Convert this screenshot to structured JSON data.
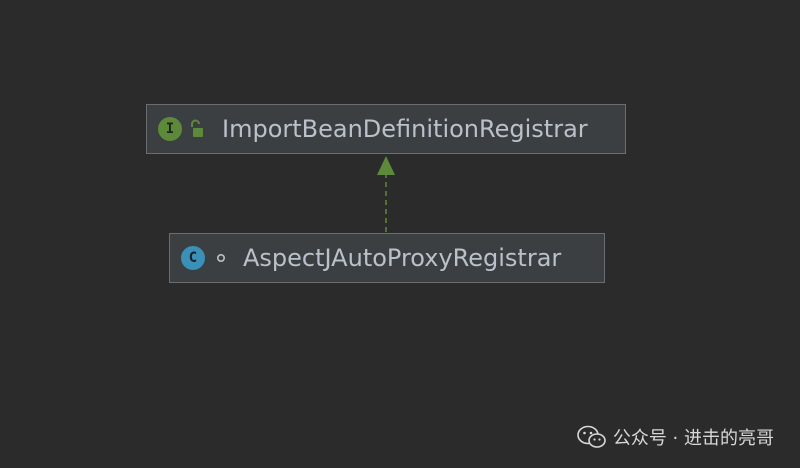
{
  "diagram": {
    "nodes": [
      {
        "id": "interface-node",
        "kind": "interface",
        "badge_letter": "I",
        "badge_color": "#5d8a3a",
        "visibility_icon": "unlocked-padlock-icon",
        "visibility_color": "#5d8a3a",
        "label": "ImportBeanDefinitionRegistrar"
      },
      {
        "id": "class-node",
        "kind": "class",
        "badge_letter": "C",
        "badge_color": "#3b90b8",
        "visibility_icon": "package-visibility-icon",
        "visibility_color": "#b9c1cb",
        "label": "AspectJAutoProxyRegistrar"
      }
    ],
    "edges": [
      {
        "from": "AspectJAutoProxyRegistrar",
        "to": "ImportBeanDefinitionRegistrar",
        "relation": "implements",
        "style": "dashed",
        "arrowhead": "filled-triangle",
        "color": "#5d8a3a"
      }
    ],
    "colors": {
      "background": "#2b2b2b",
      "node_fill": "#3c3f41",
      "node_border": "#6b6e70",
      "node_text": "#b9c1cb"
    }
  },
  "watermark": {
    "icon": "wechat-icon",
    "text": "公众号 · 进击的亮哥"
  }
}
